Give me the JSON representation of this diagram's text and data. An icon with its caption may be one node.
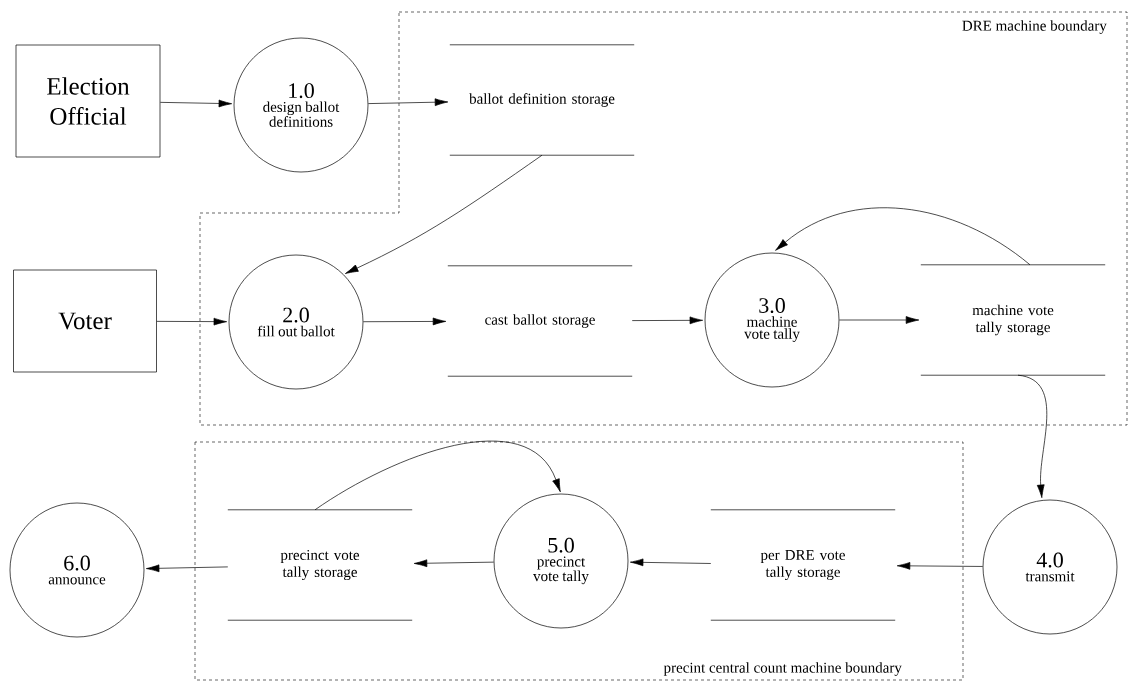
{
  "diagram": {
    "nodes": [
      {
        "text": [
          "Election Official"
        ]
      },
      {
        "text": [
          "1.0",
          "design ballot definitions"
        ]
      },
      {
        "text": [
          "DRE machine boundary"
        ]
      },
      {
        "text": [
          "ballot definition storage"
        ],
        "in": 2
      },
      {
        "text": [
          "Voter"
        ]
      },
      {
        "text": [
          "2.0",
          "fill out ballot"
        ],
        "in": 2
      },
      {
        "text": [
          "cast ballot storage"
        ],
        "in": 2
      },
      {
        "text": [
          "3.0",
          "machine vote tally"
        ],
        "in": 2
      },
      {
        "text": [
          "machine vote tally storage"
        ],
        "in": 2
      },
      {
        "text": [
          "4.0",
          "transmit"
        ]
      },
      {
        "text": [
          "precint central count machine boundary"
        ]
      },
      {
        "text": [
          "precinct vote tally storage"
        ],
        "in": 10
      },
      {
        "text": [
          "5.0",
          "precinct vote tally"
        ],
        "in": 10
      },
      {
        "text": [
          "per DRE vote tally storage"
        ],
        "in": 10
      },
      {
        "text": [
          "6.0",
          "announce"
        ]
      }
    ],
    "edges": [
      {
        "from": 0,
        "to": 1,
        "arrow": "to"
      },
      {
        "from": 1,
        "to": 3,
        "arrow": "to"
      },
      {
        "from": 3,
        "to": 5,
        "arrow": "to"
      },
      {
        "from": 4,
        "to": 5,
        "arrow": "to"
      },
      {
        "from": 5,
        "to": 6,
        "arrow": "to"
      },
      {
        "from": 6,
        "to": 7,
        "arrow": "to"
      },
      {
        "from": 7,
        "to": 8,
        "arrow": "to"
      },
      {
        "from": 8,
        "to": 7,
        "arrow": "to"
      },
      {
        "from": 8,
        "to": 9,
        "arrow": "to"
      },
      {
        "from": 9,
        "to": 13,
        "arrow": "to"
      },
      {
        "from": 13,
        "to": 12,
        "arrow": "to"
      },
      {
        "from": 12,
        "to": 11,
        "arrow": "to"
      },
      {
        "from": 11,
        "to": 12,
        "arrow": "to"
      },
      {
        "from": 11,
        "to": 14,
        "arrow": "to"
      }
    ]
  }
}
